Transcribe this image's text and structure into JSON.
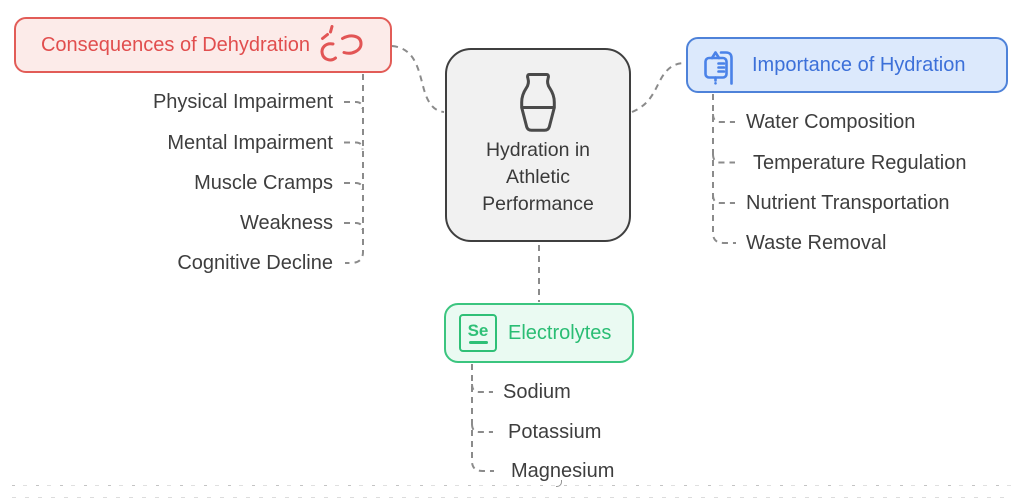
{
  "center_node": {
    "lines": [
      "Hydration in",
      "Athletic",
      "Performance"
    ],
    "icon": "vase-icon"
  },
  "branches": {
    "consequences": {
      "label": "Consequences of Dehydration",
      "icon": "cramp-doodle-icon",
      "accent": "#e14e4e",
      "border": "#e25c57",
      "fill": "#fcebe9",
      "children": [
        "Physical Impairment",
        "Mental Impairment",
        "Muscle Cramps",
        "Weakness",
        "Cognitive Decline"
      ]
    },
    "importance": {
      "label": "Importance of Hydration",
      "icon": "iv-drip-icon",
      "accent": "#3c70d9",
      "border": "#4e82d9",
      "fill": "#dce9fc",
      "children": [
        "Water Composition",
        "Temperature Regulation",
        "Nutrient Transportation",
        "Waste Removal"
      ]
    },
    "electrolytes": {
      "label": "Electrolytes",
      "icon": "selenium-element-icon",
      "icon_text": "Se",
      "accent": "#2abd74",
      "border": "#3bc57f",
      "fill": "#eafaf2",
      "children": [
        "Sodium",
        "Potassium",
        "Magnesium"
      ]
    }
  },
  "colors": {
    "edge": "#8b8b8b",
    "center_border": "#3f3f3f",
    "center_fill": "#f1f1f1",
    "item_text": "#3e3e3e",
    "background": "#ffffff"
  }
}
